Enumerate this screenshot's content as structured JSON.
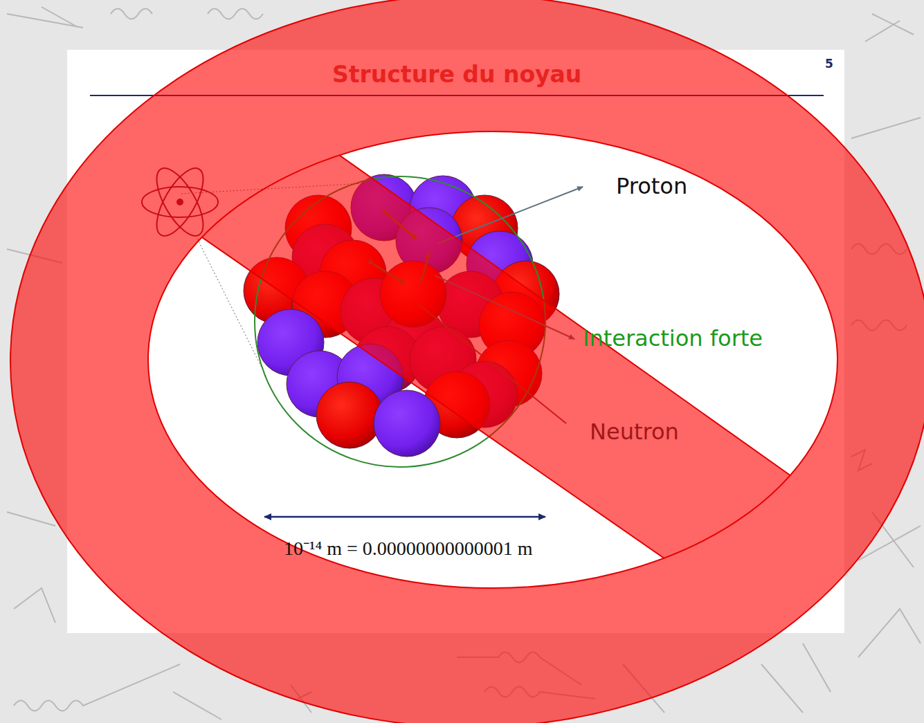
{
  "diagram": {
    "title": "Structure du noyau",
    "labels": [
      "5",
      "Proton",
      "Interaction forte",
      "Neutron",
      "10⁻¹⁴ m = 0.00000000000001 m"
    ]
  }
}
